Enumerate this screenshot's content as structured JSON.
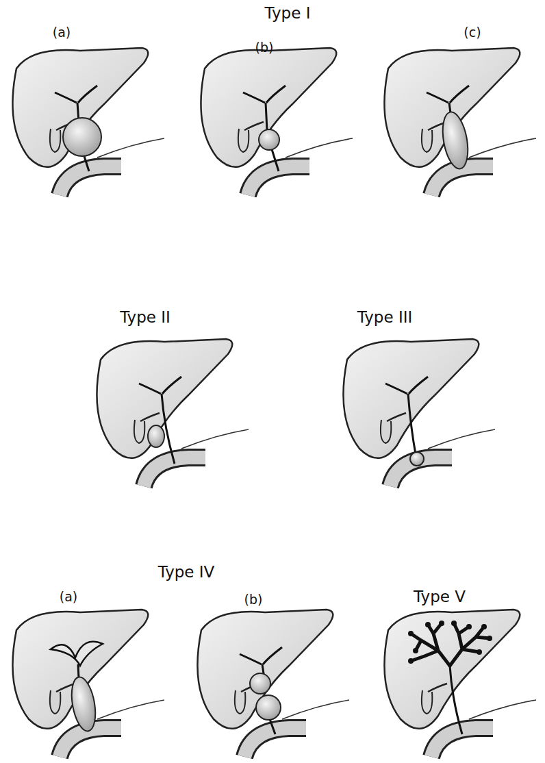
{
  "diagram": {
    "labels": [
      "Type I",
      "(a)",
      "(b)",
      "(c)",
      "Type II",
      "Type III",
      "Type IV",
      "(a)",
      "(b)",
      "Type V"
    ]
  }
}
